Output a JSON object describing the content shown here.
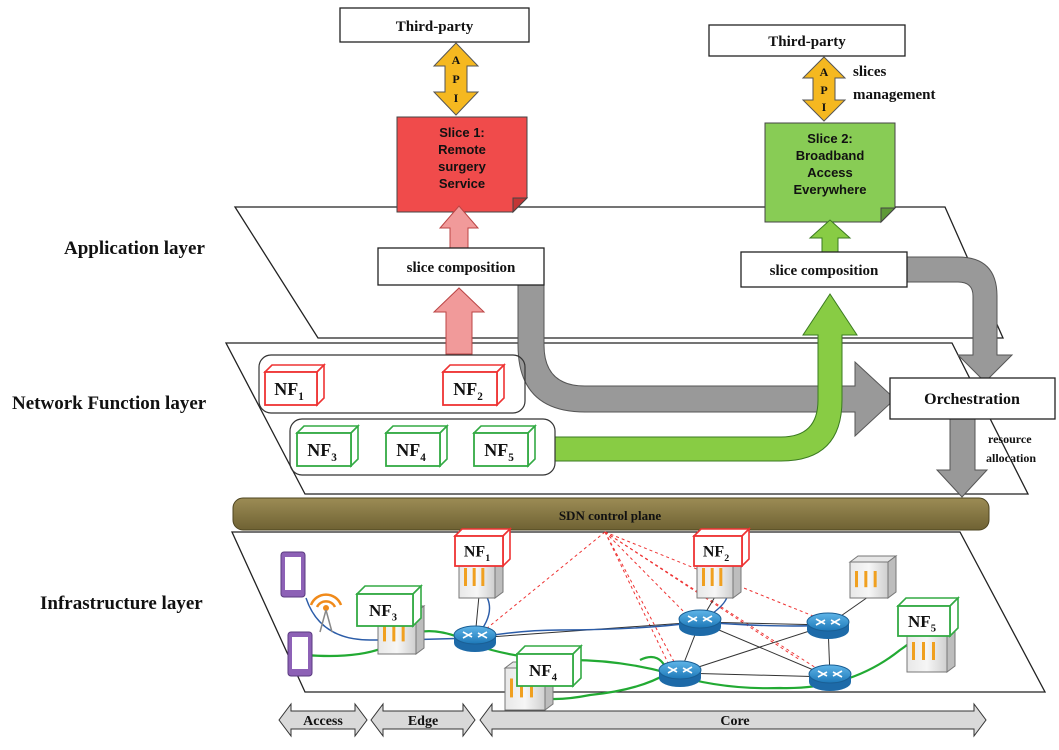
{
  "layers": {
    "application": "Application layer",
    "network_function": "Network Function layer",
    "infrastructure": "Infrastructure layer"
  },
  "third_party": {
    "left": "Third-party",
    "right": "Third-party"
  },
  "api_letters": [
    "A",
    "P",
    "I"
  ],
  "slices_management": {
    "line1": "slices",
    "line2": "management"
  },
  "slices": [
    {
      "lines": [
        "Slice 1:",
        "Remote",
        "surgery",
        "Service"
      ],
      "color": "#f04b4b"
    },
    {
      "lines": [
        "Slice 2:",
        "Broadband",
        "Access",
        "Everywhere"
      ],
      "color": "#88cc55"
    }
  ],
  "slice_composition": {
    "left": "slice composition",
    "right": "slice composition"
  },
  "network_functions": {
    "prefix": "NF",
    "red": [
      "1",
      "2"
    ],
    "green": [
      "3",
      "4",
      "5"
    ]
  },
  "orchestration": "Orchestration",
  "resource_allocation": {
    "line1": "resource",
    "line2": "allocation"
  },
  "sdn_control_plane": "SDN control plane",
  "segments": [
    "Access",
    "Edge",
    "Core"
  ],
  "colors": {
    "red": "#ee3333",
    "green": "#33aa44",
    "slice1": "#f04b4b",
    "slice2": "#88cc55",
    "api": "#f5b820",
    "sdn": "#8a7b45",
    "grey_arrow": "#999999",
    "router": "#3a9bd6",
    "light_green_arrow": "#88cc44",
    "pink_arrow": "#f19a9a"
  }
}
